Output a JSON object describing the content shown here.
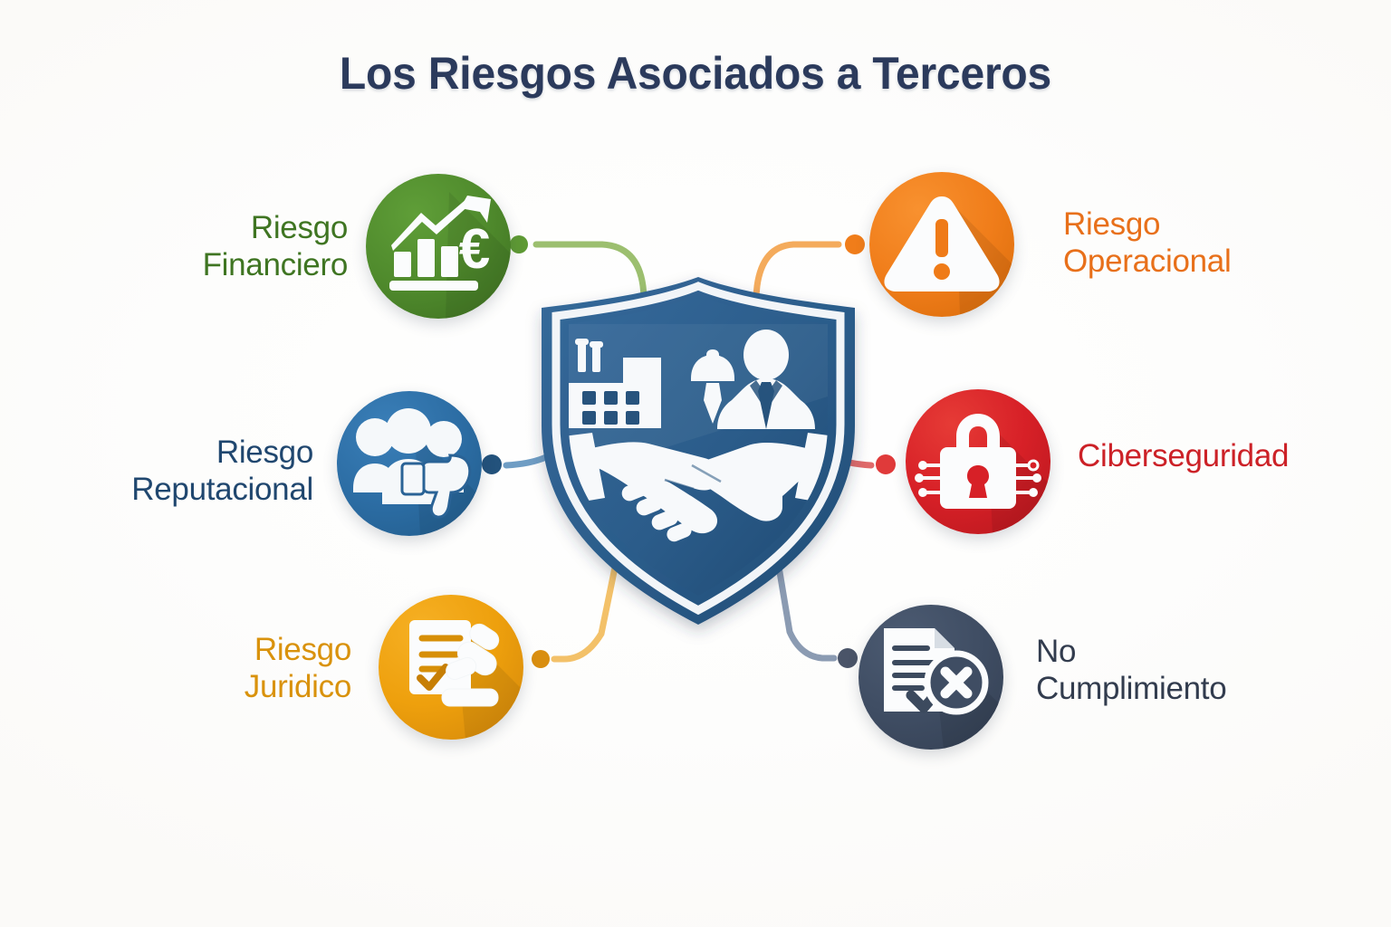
{
  "header": {
    "title": "Los Riesgos Asociados a Terceros",
    "title_color": "#2b3a5c"
  },
  "center": {
    "name": "third-party-partnership-shield",
    "shield_fill": "#2c5f8e",
    "shield_fill_dark": "#1f4a73",
    "shield_border": "#f4f6f8",
    "icon_names": [
      "factory-icon",
      "worker-hardhat-icon",
      "businessperson-icon",
      "handshake-icon"
    ]
  },
  "nodes": [
    {
      "id": "financiero",
      "label_line1": "Riesgo",
      "label_line2": "Financiero",
      "label_align": "right",
      "color": "#4f8a2c",
      "color_dark": "#3f7022",
      "dot_color": "#5e9a34",
      "connector_color": "#9cbf6f",
      "icon_name": "growth-chart-euro-icon"
    },
    {
      "id": "operacional",
      "label_line1": "Riesgo",
      "label_line2": "Operacional",
      "label_align": "left",
      "color": "#f07d1a",
      "color_dark": "#d96a0c",
      "dot_color": "#f07d1a",
      "connector_color": "#f4ab5c",
      "icon_name": "warning-triangle-icon"
    },
    {
      "id": "reputacional",
      "label_line1": "Riesgo",
      "label_line2": "Reputacional",
      "label_align": "right",
      "color": "#2c6da4",
      "color_dark": "#235a8a",
      "dot_color": "#23527c",
      "connector_color": "#6f9dc4",
      "icon_name": "group-thumbs-down-icon"
    },
    {
      "id": "ciberseguridad",
      "label_line1": "Ciberseguridad",
      "label_line2": "",
      "label_align": "left",
      "color": "#d72027",
      "color_dark": "#b81a20",
      "dot_color": "#e03a3a",
      "connector_color": "#e06a6a",
      "icon_name": "circuit-padlock-icon"
    },
    {
      "id": "juridico",
      "label_line1": "Riesgo",
      "label_line2": "Juridico",
      "label_align": "right",
      "color": "#eea00d",
      "color_dark": "#d88a06",
      "dot_color": "#d98e10",
      "connector_color": "#f3c169",
      "icon_name": "gavel-document-icon"
    },
    {
      "id": "no-cumplimiento",
      "label_line1": "No",
      "label_line2": "Cumplimiento",
      "label_align": "left",
      "color": "#3f4d63",
      "color_dark": "#333f52",
      "dot_color": "#4a5468",
      "connector_color": "#8b9bb2",
      "icon_name": "document-rejected-icon"
    }
  ],
  "label_colors": {
    "financiero": "#3f7522",
    "operacional": "#e8701a",
    "reputacional": "#20476f",
    "ciberseguridad": "#cc2127",
    "juridico": "#d9920c",
    "no_cumplimiento": "#323c4e"
  }
}
